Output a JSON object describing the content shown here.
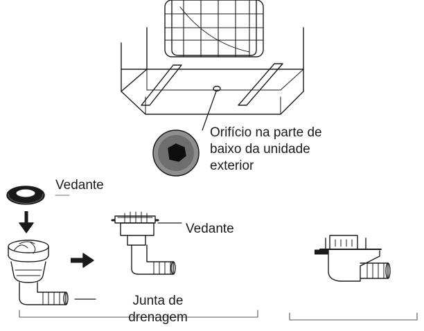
{
  "labels": {
    "hole_line1": "Orifício na parte de",
    "hole_line2": "baixo da unidade",
    "hole_line3": "exterior",
    "seal_top": "Vedante",
    "seal_side": "Vedante",
    "joint_line1": "Junta de",
    "joint_line2": "drenagem"
  },
  "colors": {
    "ink": "#1a1a1a",
    "fill_dark": "#111111",
    "paper": "#ffffff"
  }
}
